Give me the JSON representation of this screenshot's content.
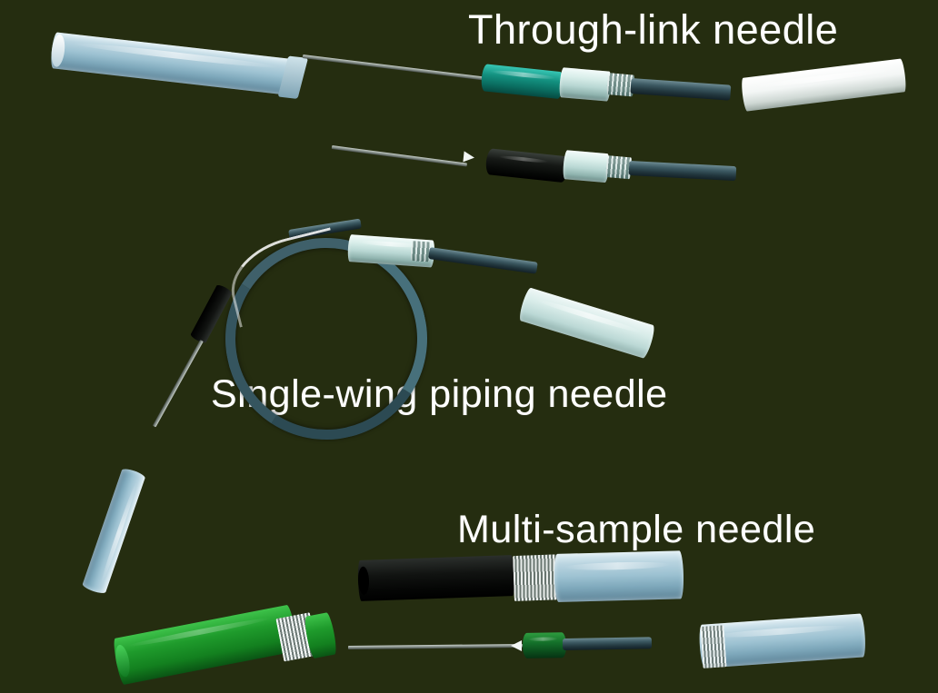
{
  "page": {
    "background_color": "#252d10",
    "text_color": "#ffffff"
  },
  "labels": {
    "through_link": "Through-link needle",
    "single_wing": "Single-wing piping needle",
    "multi_sample": "Multi-sample needle"
  },
  "products": [
    {
      "id": "through-link-needle",
      "label": "Through-link needle",
      "parts": [
        {
          "name": "protective-cap",
          "material": "translucent blue plastic",
          "color": "#9dc2d2"
        },
        {
          "name": "needle-shaft",
          "material": "stainless steel",
          "color": "#9aa39d"
        },
        {
          "name": "needle-hub",
          "material": "teal plastic",
          "color": "#13907f"
        },
        {
          "name": "clear-sleeve",
          "material": "translucent plastic",
          "color": "#d9eeea"
        },
        {
          "name": "flexible-tubing",
          "material": "rubber tubing",
          "color": "#3d5a63"
        },
        {
          "name": "white-cap",
          "material": "white plastic",
          "color": "#ffffff"
        }
      ]
    },
    {
      "id": "through-link-needle-black-hub",
      "label": "Through-link needle",
      "parts": [
        {
          "name": "needle-shaft",
          "material": "stainless steel",
          "color": "#9aa39d"
        },
        {
          "name": "bevel-tip",
          "material": "stainless steel",
          "color": "#f2f6f4"
        },
        {
          "name": "needle-hub",
          "material": "black plastic",
          "color": "#161916"
        },
        {
          "name": "clear-sleeve",
          "material": "translucent plastic",
          "color": "#d9eeea"
        },
        {
          "name": "flexible-tubing",
          "material": "rubber tubing",
          "color": "#3d5a63"
        }
      ]
    },
    {
      "id": "single-wing-piping-needle",
      "label": "Single-wing piping needle",
      "parts": [
        {
          "name": "needle-tip",
          "material": "stainless steel",
          "color": "#9aa39d"
        },
        {
          "name": "wing-grip",
          "material": "black plastic",
          "color": "#111311"
        },
        {
          "name": "coiled-tubing",
          "material": "flexible tubing",
          "color": "#3d5a63"
        },
        {
          "name": "luer-connector",
          "material": "translucent plastic",
          "color": "#b7d6d2"
        },
        {
          "name": "pale-cap",
          "material": "pale plastic cap",
          "color": "#d8ece9"
        },
        {
          "name": "blue-cap",
          "material": "translucent blue plastic",
          "color": "#9dc2d2"
        }
      ]
    },
    {
      "id": "multi-sample-needle",
      "label": "Multi-sample needle",
      "parts": [
        {
          "name": "black-sheath",
          "material": "black rubber sleeve",
          "color": "#111311"
        },
        {
          "name": "silver-band",
          "material": "printed label band",
          "color": "#dfe8e5"
        },
        {
          "name": "translucent-cap",
          "material": "translucent blue plastic",
          "color": "#9dc2d2"
        },
        {
          "name": "green-cap",
          "material": "green plastic cap",
          "color": "#1f9b2c"
        },
        {
          "name": "needle-shaft",
          "material": "stainless steel",
          "color": "#9aa39d"
        },
        {
          "name": "green-hub",
          "material": "dark green hub",
          "color": "#14702a"
        },
        {
          "name": "rear-tubing",
          "material": "rubber tubing",
          "color": "#3d5a63"
        },
        {
          "name": "spare-cap",
          "material": "translucent blue plastic",
          "color": "#9dc2d2"
        }
      ]
    }
  ]
}
